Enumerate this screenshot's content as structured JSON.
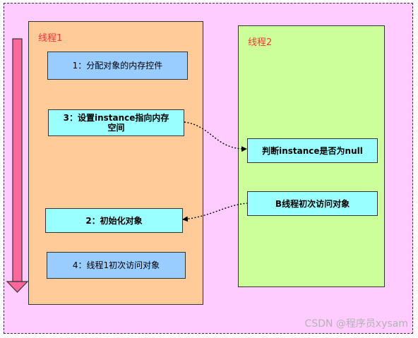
{
  "lanes": {
    "thread1": "线程1",
    "thread2": "线程2"
  },
  "nodes": {
    "step1": "1：分配对象的内存控件",
    "step3_line1": "3：设置instance指向内存",
    "step3_line2": "空间",
    "check_null": "判断instance是否为null",
    "b_first_access": "B线程初次访问对象",
    "step2": "2：初始化对象",
    "step4": "4：线程1初次访问对象"
  },
  "watermark": "CSDN @程序员xysam",
  "colors": {
    "canvas": "#ffccff",
    "lane1": "#ffcc99",
    "lane2": "#ccff99",
    "box_blue": "#99ccff",
    "box_cyan": "#99ffff",
    "timeline_arrow": "#ff6699",
    "lane_title": "#ff3333"
  }
}
